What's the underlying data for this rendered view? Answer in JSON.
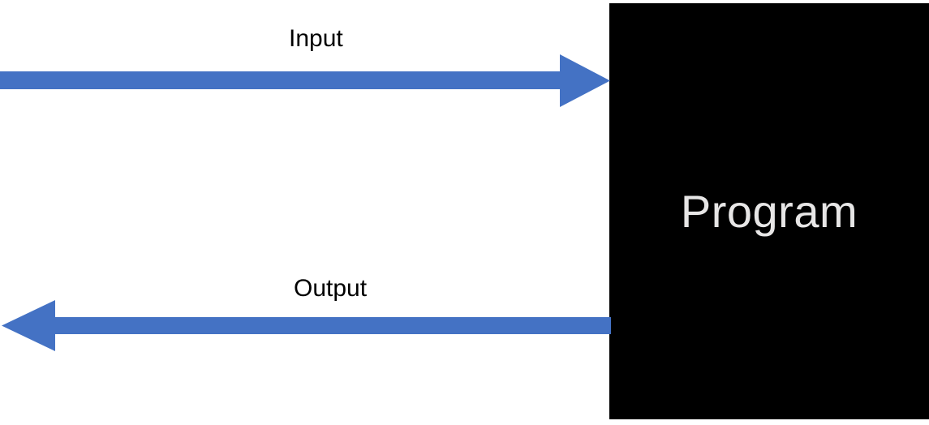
{
  "diagram": {
    "title_hint": "program input output flow diagram",
    "input_label": "Input",
    "output_label": "Output",
    "program_label": "Program",
    "colors": {
      "arrow": "#4472C4",
      "box": "#000000",
      "program_text": "#E7E6E6",
      "label_text": "#000000",
      "background": "#FFFFFF"
    }
  }
}
